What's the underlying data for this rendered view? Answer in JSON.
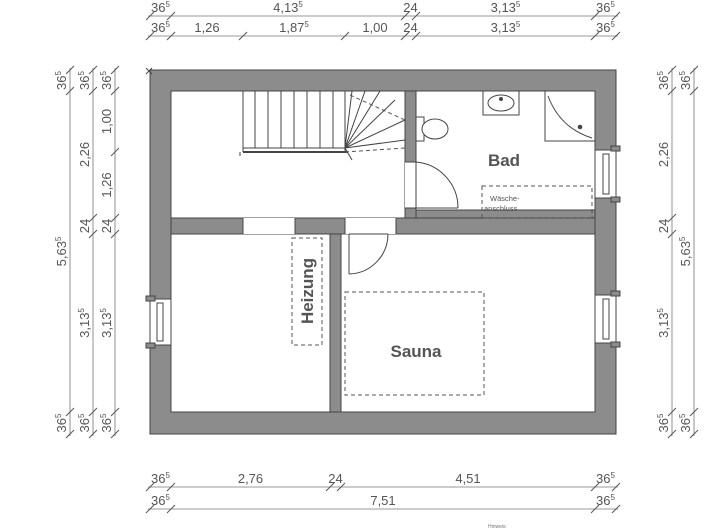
{
  "rooms": {
    "bad": "Bad",
    "sauna": "Sauna",
    "heizung": "Heizung",
    "waesche_line1": "Wäsche-",
    "waesche_line2": "anschluss"
  },
  "footer_note": "Hinweis:",
  "dims": {
    "top1": [
      {
        "main": "36",
        "sup": "5"
      },
      {
        "main": "4,13",
        "sup": "5"
      },
      {
        "main": "24",
        "sup": ""
      },
      {
        "main": "3,13",
        "sup": "5"
      },
      {
        "main": "36",
        "sup": "5"
      }
    ],
    "top2": [
      {
        "main": "36",
        "sup": "5"
      },
      {
        "main": "1,26",
        "sup": ""
      },
      {
        "main": "1,87",
        "sup": "5"
      },
      {
        "main": "1,00",
        "sup": ""
      },
      {
        "main": "24",
        "sup": ""
      },
      {
        "main": "3,13",
        "sup": "5"
      },
      {
        "main": "36",
        "sup": "5"
      }
    ],
    "bottom1": [
      {
        "main": "36",
        "sup": "5"
      },
      {
        "main": "2,76",
        "sup": ""
      },
      {
        "main": "24",
        "sup": ""
      },
      {
        "main": "4,51",
        "sup": ""
      },
      {
        "main": "36",
        "sup": "5"
      }
    ],
    "bottom2": [
      {
        "main": "36",
        "sup": "5"
      },
      {
        "main": "7,51",
        "sup": ""
      },
      {
        "main": "36",
        "sup": "5"
      }
    ],
    "left1": [
      {
        "main": "36",
        "sup": "5"
      },
      {
        "main": "5,63",
        "sup": "5"
      },
      {
        "main": "36",
        "sup": "5"
      }
    ],
    "left2": [
      {
        "main": "36",
        "sup": "5"
      },
      {
        "main": "2,26",
        "sup": ""
      },
      {
        "main": "24",
        "sup": ""
      },
      {
        "main": "3,13",
        "sup": "5"
      },
      {
        "main": "36",
        "sup": "5"
      }
    ],
    "left3": [
      {
        "main": "36",
        "sup": "5"
      },
      {
        "main": "1,00",
        "sup": ""
      },
      {
        "main": "1,26",
        "sup": ""
      },
      {
        "main": "24",
        "sup": ""
      },
      {
        "main": "3,13",
        "sup": "5"
      },
      {
        "main": "36",
        "sup": "5"
      }
    ],
    "right1": [
      {
        "main": "36",
        "sup": "5"
      },
      {
        "main": "2,26",
        "sup": ""
      },
      {
        "main": "24",
        "sup": ""
      },
      {
        "main": "3,13",
        "sup": "5"
      },
      {
        "main": "36",
        "sup": "5"
      }
    ],
    "right2": [
      {
        "main": "36",
        "sup": "5"
      },
      {
        "main": "5,63",
        "sup": "5"
      },
      {
        "main": "36",
        "sup": "5"
      }
    ]
  },
  "colors": {
    "wall": "#8c8c8c",
    "line": "#555555",
    "text": "#555555"
  }
}
